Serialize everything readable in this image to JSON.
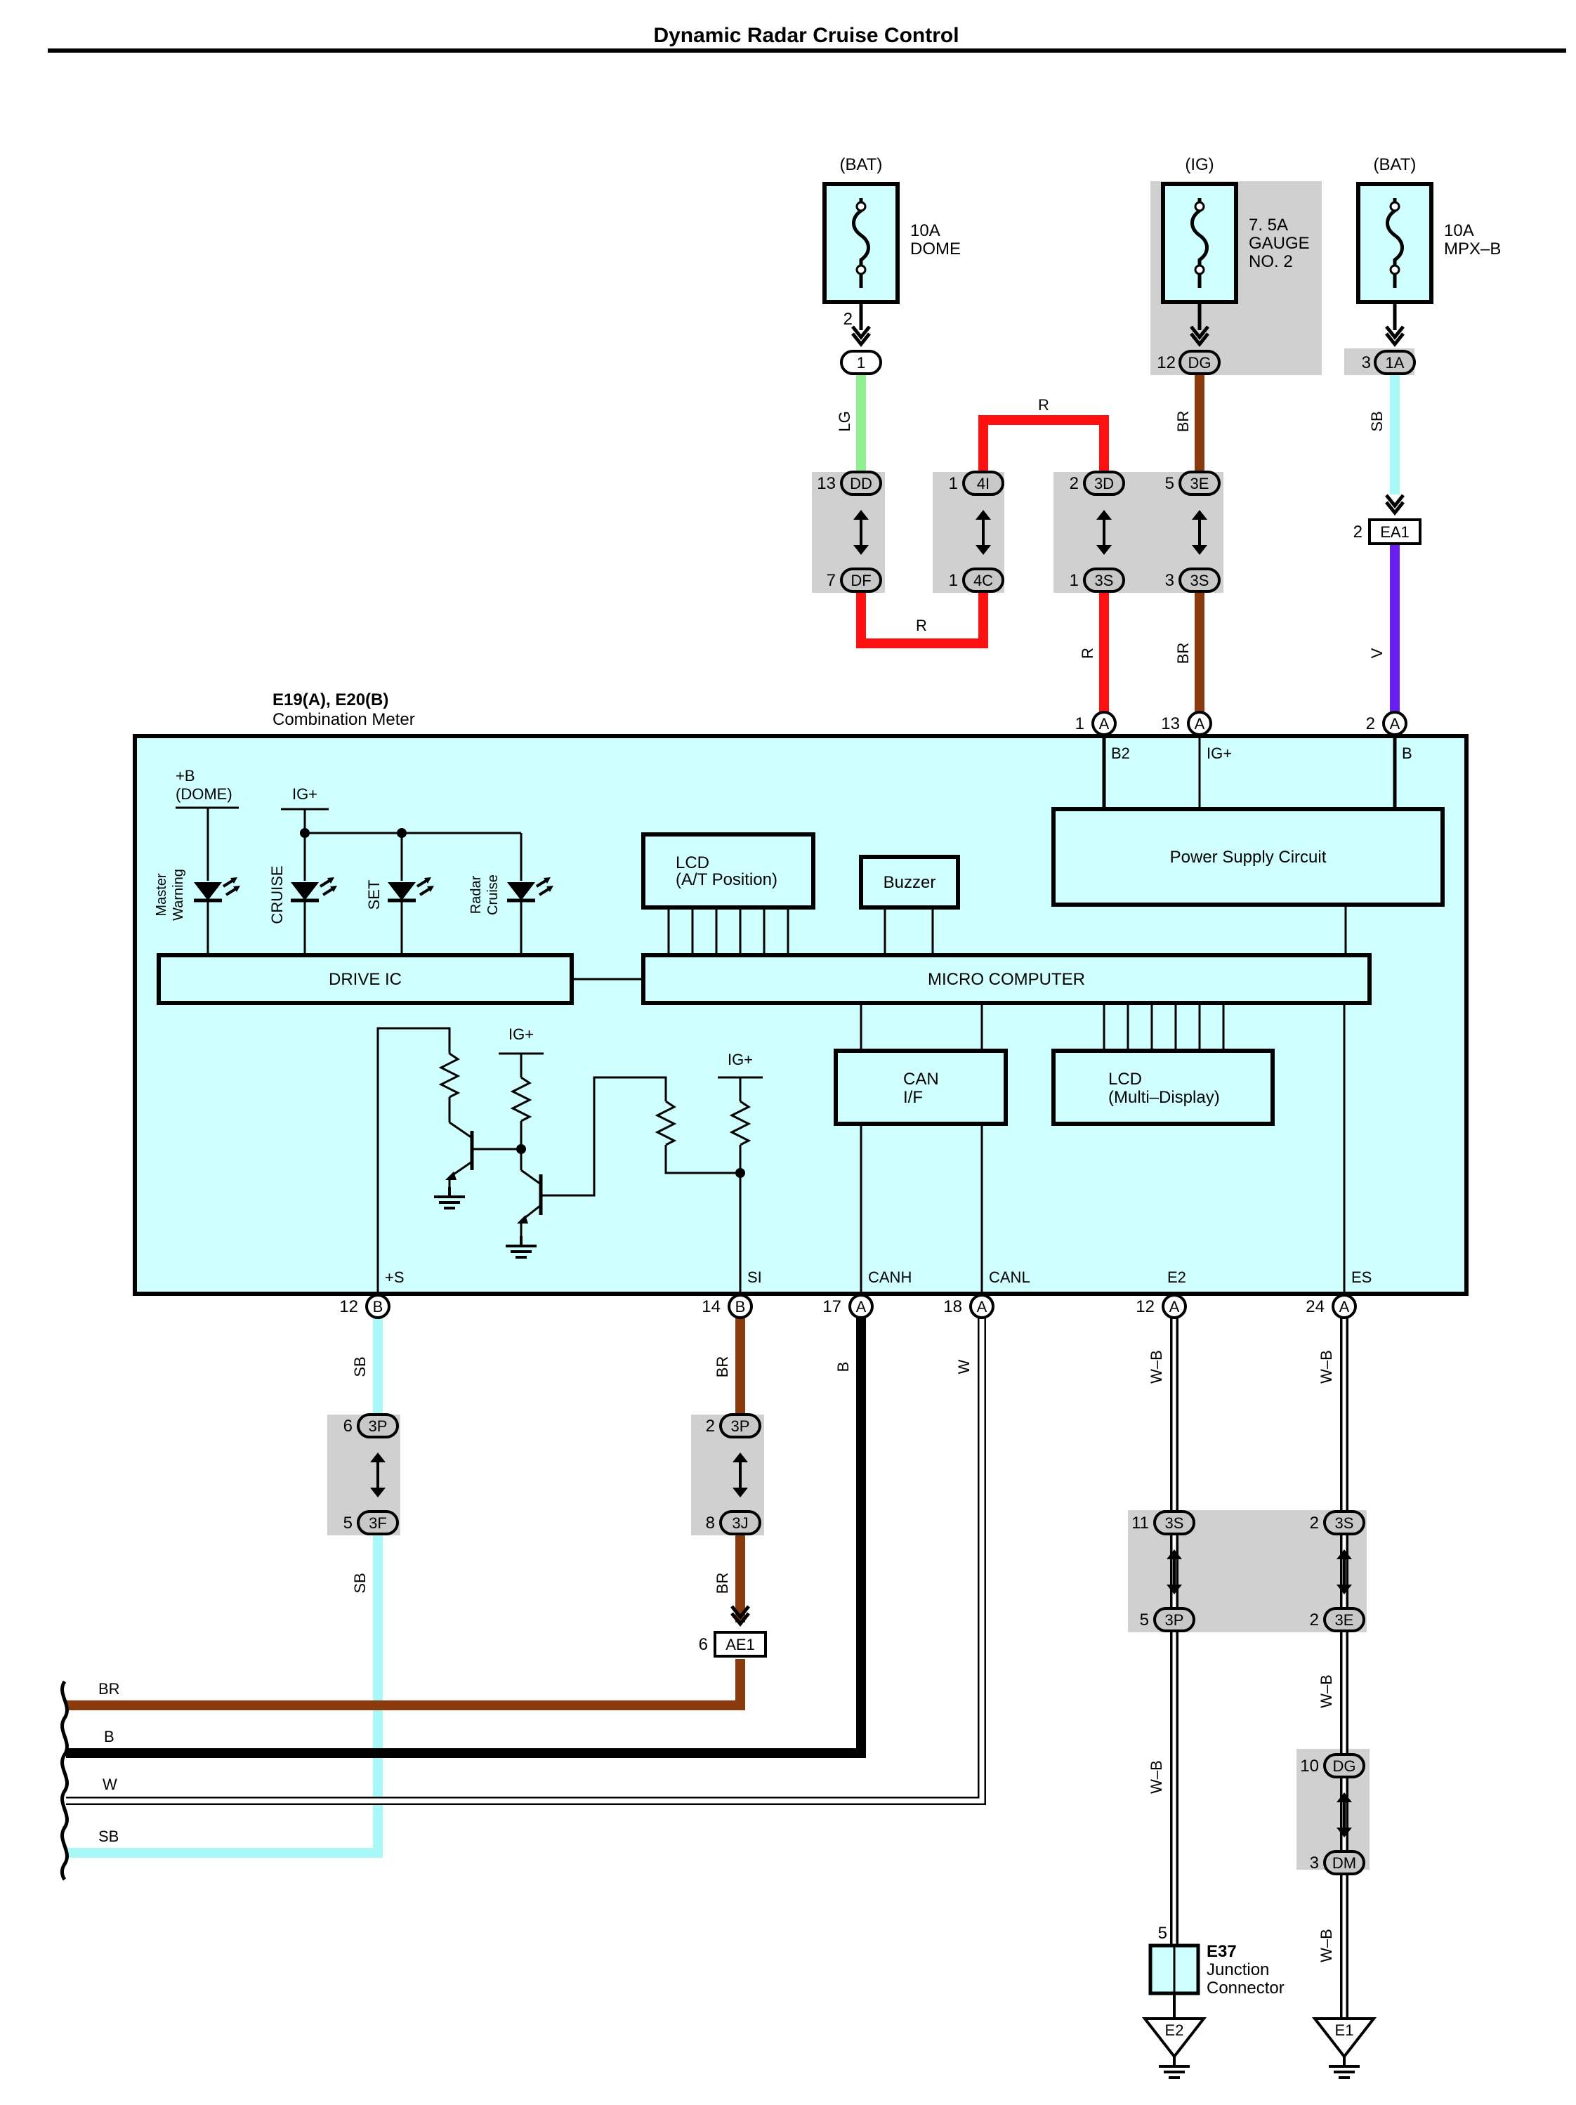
{
  "title": "Dynamic Radar Cruise Control",
  "component": {
    "id": "E19(A), E20(B)",
    "name": "Combination Meter",
    "blocks": {
      "power_supply": "Power Supply Circuit",
      "lcd_at": [
        "LCD",
        "(A/T Position)"
      ],
      "buzzer": "Buzzer",
      "drive_ic": "DRIVE IC",
      "micro": "MICRO COMPUTER",
      "can_if": [
        "CAN",
        "I/F"
      ],
      "lcd_multi": [
        "LCD",
        "(Multi–Display)"
      ]
    },
    "leds": {
      "dome_supply": [
        "+B",
        "(DOME)"
      ],
      "ig_supply": "IG+",
      "master_warning": [
        "Master",
        "Warning"
      ],
      "cruise": "CRUISE",
      "set": "SET",
      "radar_cruise": [
        "Radar",
        "Cruise"
      ]
    },
    "ig_labels": [
      "IG+",
      "IG+"
    ],
    "internal_pins": {
      "b2": "B2",
      "igp": "IG+",
      "b": "B",
      "plus_s": "+S",
      "si": "SI",
      "canh": "CANH",
      "canl": "CANL",
      "e2": "E2",
      "es": "ES"
    }
  },
  "fuses": [
    {
      "supply": "(BAT)",
      "rating": "10A",
      "name": [
        "DOME"
      ],
      "pin": "2",
      "connector": "1"
    },
    {
      "supply": "(IG)",
      "rating": "7. 5A",
      "name": [
        "GAUGE",
        "NO. 2"
      ],
      "pin": "12",
      "connector": "DG"
    },
    {
      "supply": "(BAT)",
      "rating": "10A",
      "name": [
        "MPX–B"
      ],
      "pin": "3",
      "connector": "1A"
    }
  ],
  "top_connectors": [
    {
      "upper_pin": "13",
      "upper": "DD",
      "lower_pin": "7",
      "lower": "DF"
    },
    {
      "upper_pin": "1",
      "upper": "4I",
      "lower_pin": "1",
      "lower": "4C"
    },
    {
      "upper_pin": "2",
      "upper": "3D",
      "lower_pin": "1",
      "lower": "3S"
    },
    {
      "upper_pin": "5",
      "upper": "3E",
      "lower_pin": "3",
      "lower": "3S"
    }
  ],
  "ea1": {
    "pin": "2",
    "label": "EA1"
  },
  "meter_top_pins": [
    {
      "pin": "1",
      "letter": "A"
    },
    {
      "pin": "13",
      "letter": "A"
    },
    {
      "pin": "2",
      "letter": "A"
    }
  ],
  "meter_bottom_pins": [
    {
      "pin": "12",
      "letter": "B"
    },
    {
      "pin": "14",
      "letter": "B"
    },
    {
      "pin": "17",
      "letter": "A"
    },
    {
      "pin": "18",
      "letter": "A"
    },
    {
      "pin": "12",
      "letter": "A"
    },
    {
      "pin": "24",
      "letter": "A"
    }
  ],
  "bottom_connectors": [
    {
      "upper_pin": "6",
      "upper": "3P",
      "lower_pin": "5",
      "lower": "3F"
    },
    {
      "upper_pin": "2",
      "upper": "3P",
      "lower_pin": "8",
      "lower": "3J"
    },
    {
      "upper_pin": "11",
      "upper": "3S",
      "lower_pin": "5",
      "lower": "3P"
    },
    {
      "upper_pin": "2",
      "upper": "3S",
      "lower_pin": "2",
      "lower": "3E"
    },
    {
      "upper_pin": "10",
      "upper": "DG",
      "lower_pin": "3",
      "lower": "DM"
    }
  ],
  "ae1": {
    "pin": "6",
    "label": "AE1"
  },
  "junction": {
    "pin": "5",
    "id": "E37",
    "name": [
      "Junction",
      "Connector"
    ]
  },
  "grounds": [
    "E2",
    "E1"
  ],
  "wire_colors": {
    "lg": "LG",
    "r1": "R",
    "r2": "R",
    "r3": "R",
    "br1": "BR",
    "br2": "BR",
    "sb1": "SB",
    "v": "V",
    "sb2": "SB",
    "sb3": "SB",
    "br3": "BR",
    "br4": "BR",
    "b": "B",
    "w": "W",
    "wb1": "W–B",
    "wb2": "W–B",
    "wb3": "W–B",
    "wb4": "W–B",
    "wb5": "W–B"
  },
  "left_bus": [
    "BR",
    "B",
    "W",
    "SB"
  ],
  "colors": {
    "LG": "#8ef08e",
    "R": "#ff1010",
    "BR": "#8b3a0e",
    "SB": "#a8f8f8",
    "V": "#6a1ff0",
    "B": "#000000",
    "W": "#ffffff",
    "component_fill": "#cfffff",
    "connector_shade": "#d0d0d0"
  }
}
